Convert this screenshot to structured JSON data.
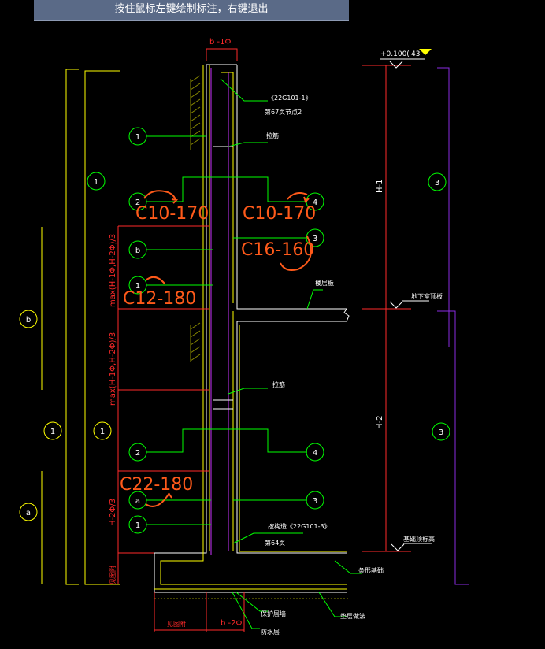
{
  "prompt_bar": {
    "text": "按住鼠标左键绘制标注，右键退出"
  },
  "colors": {
    "background": "#000000",
    "wall_outline": "#ffffff",
    "rebar_yellow": "#ffff00",
    "rebar_magenta": "#cc33ff",
    "dim_red": "#ff2a2a",
    "leader_green": "#00ff00",
    "dim_violet": "#8a2be2",
    "annotation_orange": "#ff5a1a",
    "soil_hatch": "#8a8a00"
  },
  "dimensions": {
    "wall_thickness_top": "b -1Φ",
    "wall_thickness_bottom": "b -2Φ",
    "height_upper": "H-1",
    "height_lower": "H-2",
    "max_upper": "max(H-1Φ,H-2Φ)/3",
    "max_lower": "max(H-1Φ,H-2Φ)/3",
    "lower_third": "H-2Φ/3",
    "foot_left": "见图附",
    "foot_left_bottom": "见图附"
  },
  "labels": {
    "top_elev": "+0.100(",
    "top_elev_num": "43",
    "ref_top": "《22G101-1》",
    "ref_top_2": "第67页节点2",
    "tie_upper": "拉筋",
    "floor_note": "楼层板",
    "basement_floor": "地下室顶板",
    "tie_lower": "拉筋",
    "foundation_ref": "按构造《22G101-3》",
    "foundation_ref_2": "第64页",
    "foundation_top": "基础顶标高",
    "foundation_beam": "条形基础",
    "waterproof_1": "保护层墙",
    "waterproof_2": "防水层",
    "bedding": "垫层做法"
  },
  "markers": {
    "m1_top": "1",
    "m1_left": "1",
    "m2_upper": "2",
    "m4_upper": "4",
    "mb_upper": "b",
    "m3_upper": "3",
    "m1_mid": "1",
    "mb_far": "b",
    "m1_far": "1",
    "m1_lower": "1",
    "m2_lower": "2",
    "m4_lower": "4",
    "ma_lower": "a",
    "m3_lower": "3",
    "m1_bottom": "1",
    "ma_far": "a",
    "m3_right_top": "3",
    "m3_right_bot": "3"
  },
  "handwritten": {
    "ann1": "C10-170",
    "ann2": "C10-170",
    "ann3": "C16-160",
    "ann4": "C12-180",
    "ann5": "C22-180"
  }
}
